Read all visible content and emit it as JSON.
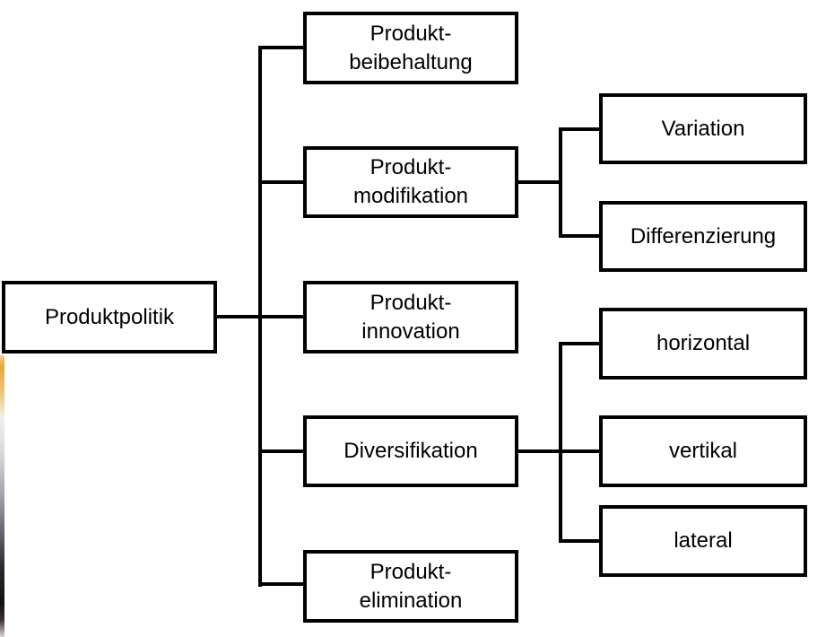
{
  "diagram": {
    "root": {
      "label": "Produktpolitik"
    },
    "branches": [
      {
        "id": "beibehaltung",
        "label": "Produkt-\nbeibehaltung",
        "children": []
      },
      {
        "id": "modifikation",
        "label": "Produkt-\nmodifikation",
        "children": [
          {
            "id": "variation",
            "label": "Variation"
          },
          {
            "id": "differenzierung",
            "label": "Differenzierung"
          }
        ]
      },
      {
        "id": "innovation",
        "label": "Produkt-\ninnovation",
        "children": []
      },
      {
        "id": "diversifikation",
        "label": "Diversifikation",
        "children": [
          {
            "id": "horizontal",
            "label": "horizontal"
          },
          {
            "id": "vertikal",
            "label": "vertikal"
          },
          {
            "id": "lateral",
            "label": "lateral"
          }
        ]
      },
      {
        "id": "elimination",
        "label": "Produkt-\nelimination",
        "children": []
      }
    ]
  },
  "colors": {
    "background": "#ffffff",
    "box_fill": "#ffffff",
    "box_border": "#000000",
    "connector": "#000000",
    "text": "#000000"
  },
  "edge_artifact": {
    "stops": [
      "#f5d08a 0%",
      "#e9a63c 4%",
      "#eec87e 14%",
      "#f2f0ec 22%",
      "#d8d8dc 35%",
      "#a0a0a8 50%",
      "#606068 64%",
      "#28282e 76%",
      "#101014 88%",
      "#3a3038 94%",
      "#e3d6d2 100%"
    ]
  }
}
